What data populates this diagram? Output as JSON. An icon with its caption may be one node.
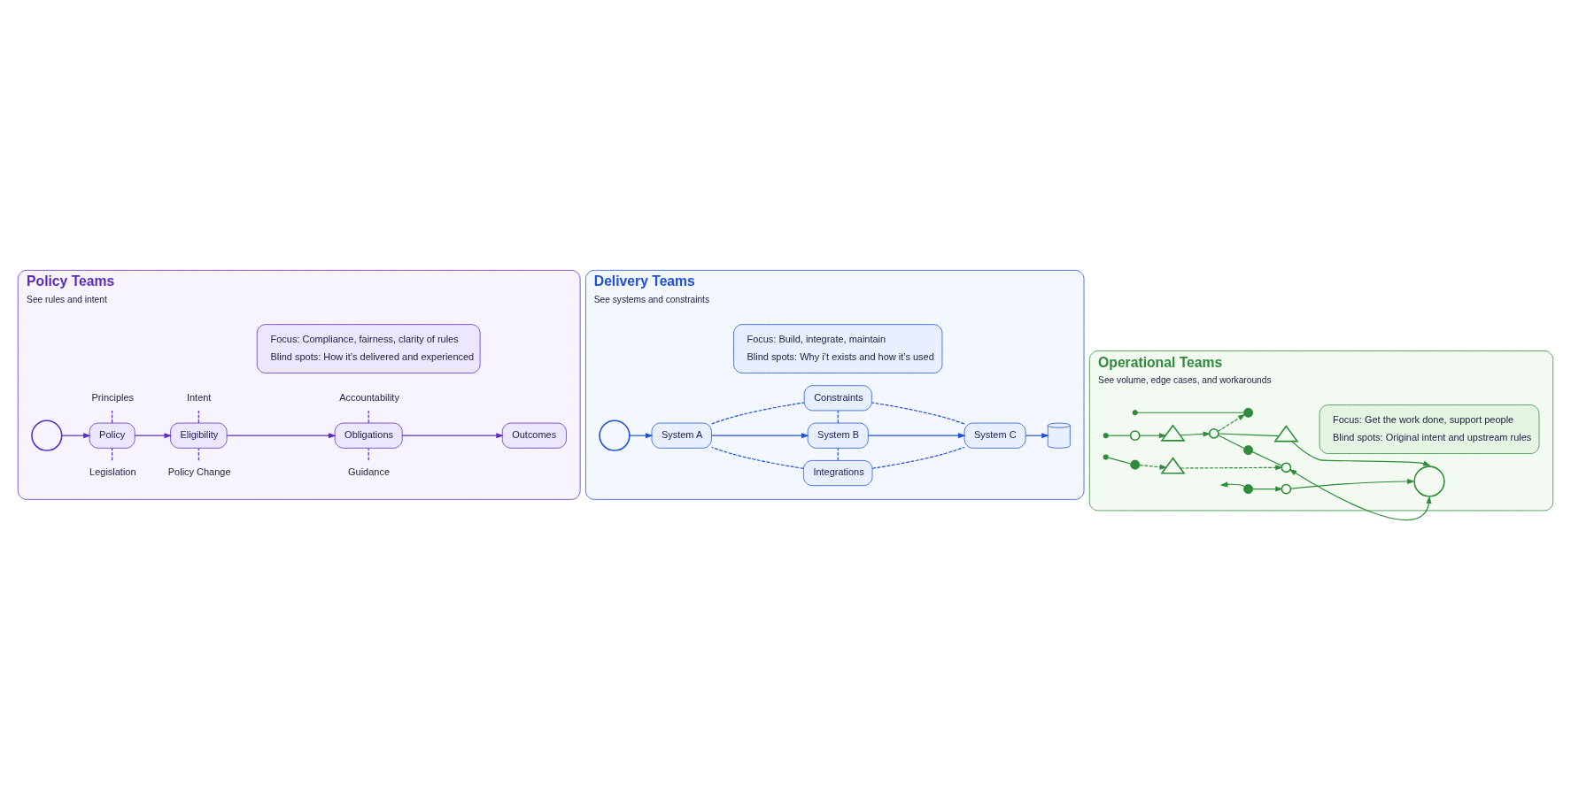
{
  "diagram": {
    "nodes": [
      {
        "text": [
          "Policy Teams",
          "See rules and intent"
        ]
      },
      {
        "text": [
          "Legislation"
        ],
        "in": 0
      },
      {
        "text": [
          "Policy Change"
        ],
        "in": 0
      },
      {
        "text": [
          "Guidance"
        ],
        "in": 0
      },
      {
        "text": [],
        "shape": "circle",
        "in": 0
      },
      {
        "text": [
          "Policy"
        ],
        "in": 0
      },
      {
        "text": [
          "Eligibility"
        ],
        "in": 0
      },
      {
        "text": [
          "Obligations"
        ],
        "in": 0
      },
      {
        "text": [
          "Outcomes"
        ],
        "in": 0
      },
      {
        "text": [
          "Principles"
        ],
        "in": 0
      },
      {
        "text": [
          "Intent"
        ],
        "in": 0
      },
      {
        "text": [
          "Accountability"
        ],
        "in": 0
      },
      {
        "text": [
          "Focus: Compliance, fairness, clarity of rules",
          "Blind spots: How it’s delivered and experienced"
        ],
        "in": 0
      },
      {
        "text": [
          "Delivery Teams",
          "See systems and constraints"
        ]
      },
      {
        "text": [],
        "shape": "circle",
        "in": 13
      },
      {
        "text": [
          "Integrations"
        ],
        "in": 13
      },
      {
        "text": [
          "System A"
        ],
        "in": 13
      },
      {
        "text": [
          "System B"
        ],
        "in": 13
      },
      {
        "text": [
          "System C"
        ],
        "in": 13
      },
      {
        "text": [],
        "shape": "cylinder",
        "in": 13
      },
      {
        "text": [
          "Constraints"
        ],
        "in": 13
      },
      {
        "text": [
          "Focus: Build, integrate, maintain",
          "Blind spots: Why i’t exists and how it’s used"
        ],
        "in": 13
      },
      {
        "text": [
          "Operational Teams",
          "See volume, edge cases, and workarounds"
        ]
      },
      {
        "text": [],
        "shape": "circle",
        "in": 22
      },
      {
        "text": [],
        "shape": "circle",
        "in": 22
      },
      {
        "text": [],
        "shape": "circle",
        "in": 22
      },
      {
        "text": [],
        "shape": "circle",
        "in": 22
      },
      {
        "text": [],
        "shape": "circle",
        "in": 22
      },
      {
        "text": [],
        "shape": "circle",
        "in": 22
      },
      {
        "text": [],
        "shape": "triangle",
        "in": 22
      },
      {
        "text": [],
        "shape": "circle",
        "in": 22
      },
      {
        "text": [],
        "shape": "circle",
        "in": 22
      },
      {
        "text": [],
        "shape": "triangle",
        "in": 22
      },
      {
        "text": [],
        "shape": "circle",
        "in": 22
      },
      {
        "text": [],
        "shape": "circle",
        "in": 22
      },
      {
        "text": [],
        "shape": "circle",
        "in": 22
      },
      {
        "text": [],
        "shape": "triangle",
        "in": 22
      },
      {
        "text": [],
        "shape": "circle",
        "in": 22
      },
      {
        "text": [
          "Focus: Get the work done, support people",
          "Blind spots: Original intent and upstream rules"
        ],
        "in": 22
      }
    ],
    "edges": [
      {
        "from": 4,
        "to": 5,
        "arrow": "to",
        "color": "#5b2bc0"
      },
      {
        "from": 5,
        "to": 6,
        "arrow": "to",
        "color": "#5b2bc0"
      },
      {
        "from": 6,
        "to": 7,
        "arrow": "to",
        "color": "#5b2bc0"
      },
      {
        "from": 7,
        "to": 8,
        "arrow": "to",
        "color": "#5b2bc0"
      },
      {
        "from": 1,
        "to": 5,
        "arrow": "none",
        "style": "dashed",
        "color": "#5b2bc0"
      },
      {
        "from": 2,
        "to": 6,
        "arrow": "none",
        "style": "dashed",
        "color": "#5b2bc0"
      },
      {
        "from": 3,
        "to": 7,
        "arrow": "none",
        "style": "dashed",
        "color": "#5b2bc0"
      },
      {
        "from": 5,
        "to": 9,
        "arrow": "none",
        "style": "dashed",
        "color": "#5b2bc0"
      },
      {
        "from": 6,
        "to": 10,
        "arrow": "none",
        "style": "dashed",
        "color": "#5b2bc0"
      },
      {
        "from": 7,
        "to": 11,
        "arrow": "none",
        "style": "dashed",
        "color": "#5b2bc0"
      },
      {
        "from": 14,
        "to": 16,
        "arrow": "to",
        "color": "#1f4fd8"
      },
      {
        "from": 16,
        "to": 17,
        "arrow": "to",
        "color": "#1f4fd8"
      },
      {
        "from": 17,
        "to": 18,
        "arrow": "to",
        "color": "#1f4fd8"
      },
      {
        "from": 18,
        "to": 19,
        "arrow": "to",
        "color": "#1f4fd8"
      },
      {
        "from": 15,
        "to": 16,
        "arrow": "none",
        "style": "dashed",
        "color": "#1f4fd8"
      },
      {
        "from": 15,
        "to": 17,
        "arrow": "none",
        "style": "dashed",
        "color": "#1f4fd8"
      },
      {
        "from": 15,
        "to": 18,
        "arrow": "none",
        "style": "dashed",
        "color": "#1f4fd8"
      },
      {
        "from": 16,
        "to": 20,
        "arrow": "none",
        "style": "dashed",
        "color": "#1f4fd8"
      },
      {
        "from": 17,
        "to": 20,
        "arrow": "none",
        "style": "dashed",
        "color": "#1f4fd8"
      },
      {
        "from": 18,
        "to": 20,
        "arrow": "none",
        "style": "dashed",
        "color": "#1f4fd8"
      },
      {
        "from": 23,
        "to": 26,
        "arrow": "none"
      },
      {
        "from": 24,
        "to": 27,
        "arrow": "none"
      },
      {
        "from": 25,
        "to": 28,
        "arrow": "none"
      },
      {
        "from": 30,
        "to": 26,
        "arrow": "to",
        "style": "dashed"
      },
      {
        "from": 27,
        "to": 29,
        "arrow": "to"
      },
      {
        "from": 29,
        "to": 30,
        "arrow": "to"
      },
      {
        "from": 30,
        "to": 31,
        "arrow": "none"
      },
      {
        "from": 30,
        "to": 32,
        "arrow": "none"
      },
      {
        "from": 32,
        "to": 37,
        "arrow": "to"
      },
      {
        "from": 31,
        "to": 35,
        "arrow": "none"
      },
      {
        "from": 33,
        "to": null,
        "arrow": "to"
      },
      {
        "from": 33,
        "to": 34,
        "arrow": "to"
      },
      {
        "from": 34,
        "to": 37,
        "arrow": "to"
      },
      {
        "from": 35,
        "to": 37,
        "arrow": "both"
      },
      {
        "from": 28,
        "to": 36,
        "arrow": "to",
        "style": "dashed"
      },
      {
        "from": 36,
        "to": 35,
        "arrow": "to",
        "style": "dashed"
      }
    ]
  }
}
